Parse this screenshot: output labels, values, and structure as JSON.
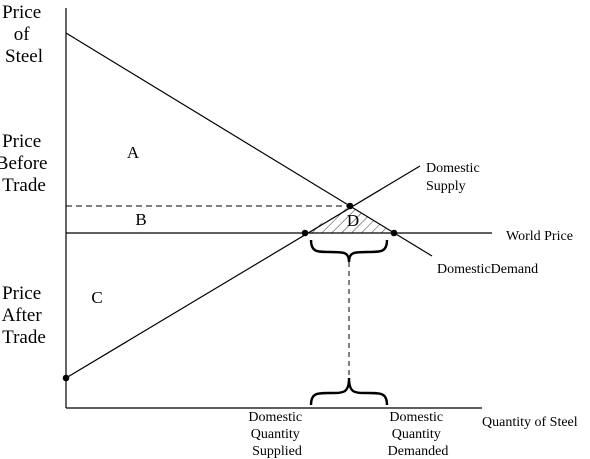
{
  "axes": {
    "y_label_lines": [
      "Price",
      "of",
      "Steel"
    ],
    "x_label": "Quantity of Steel",
    "price_before_lines": [
      "Price",
      "Before",
      "Trade"
    ],
    "price_after_lines": [
      "Price",
      "After",
      "Trade"
    ]
  },
  "regions": {
    "a": "A",
    "b": "B",
    "c": "C",
    "d": "D"
  },
  "curves": {
    "supply_lines": [
      "Domestic",
      "Supply"
    ],
    "demand": "DomesticDemand",
    "world_price": "World Price"
  },
  "quantities": {
    "supplied_lines": [
      "Domestic",
      "Quantity",
      "Supplied"
    ],
    "demanded_lines": [
      "Domestic",
      "Quantity",
      "Demanded"
    ]
  },
  "colors": {
    "ink": "#000000",
    "background": "#ffffff"
  }
}
